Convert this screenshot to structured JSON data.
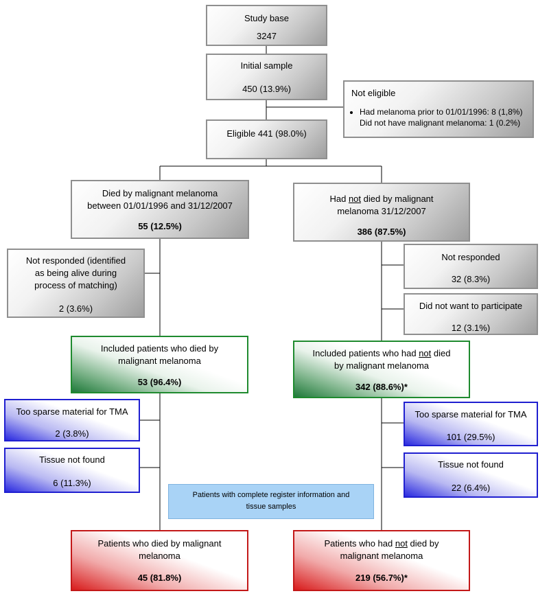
{
  "boxes": {
    "study_base": {
      "title": "Study base",
      "value": "3247"
    },
    "initial_sample": {
      "title": "Initial sample",
      "value": "450 (13.9%)"
    },
    "not_eligible": {
      "title": "Not eligible",
      "items": [
        "Had melanoma prior to 01/01/1996: 8 (1,8%)",
        "Did not have malignant melanoma: 1 (0.2%)"
      ]
    },
    "eligible": {
      "title": "Eligible 441 (98.0%)"
    },
    "died": {
      "line1": "Died by malignant melanoma",
      "line2": "between 01/01/1996 and 31/12/2007",
      "value": "55 (12.5%)"
    },
    "not_died": {
      "line1_pre": "Had ",
      "line1_u": "not",
      "line1_post": " died by malignant",
      "line2": "melanoma 31/12/2007",
      "value": "386 (87.5%)"
    },
    "not_responded_left": {
      "line1": "Not responded (identified",
      "line2": "as being alive during",
      "line3": "process of matching)",
      "value": "2 (3.6%)"
    },
    "not_responded_right": {
      "title": "Not responded",
      "value": "32 (8.3%)"
    },
    "did_not_participate": {
      "title": "Did not want to participate",
      "value": "12 (3.1%)"
    },
    "included_died": {
      "line1": "Included patients who died by",
      "line2": "malignant melanoma",
      "value": "53 (96.4%)"
    },
    "included_not_died": {
      "line1_pre": "Included patients who had ",
      "line1_u": "not",
      "line1_post": " died",
      "line2": "by malignant melanoma",
      "value": "342 (88.6%)*"
    },
    "sparse_left": {
      "title": "Too sparse material for TMA",
      "value": "2 (3.8%)"
    },
    "sparse_right": {
      "title": "Too sparse material for TMA",
      "value": "101 (29.5%)"
    },
    "tissue_left": {
      "title": "Tissue not found",
      "value": "6 (11.3%)"
    },
    "tissue_right": {
      "title": "Tissue not found",
      "value": "22 (6.4%)"
    },
    "legend": {
      "line1": "Patients with complete register information and",
      "line2": "tissue samples"
    },
    "final_died": {
      "line1": "Patients who died by malignant",
      "line2": "melanoma",
      "value": "45 (81.8%)"
    },
    "final_not_died": {
      "line1_pre": "Patients who had ",
      "line1_u": "not",
      "line1_post": " died by",
      "line2": "malignant melanoma",
      "value": "219 (56.7%)*"
    }
  },
  "colors": {
    "grey": "#8f8f8f",
    "green": "#1e8a2e",
    "blue": "#1f1fd0",
    "red": "#c31818",
    "legend_fill": "#a9d3f6"
  }
}
